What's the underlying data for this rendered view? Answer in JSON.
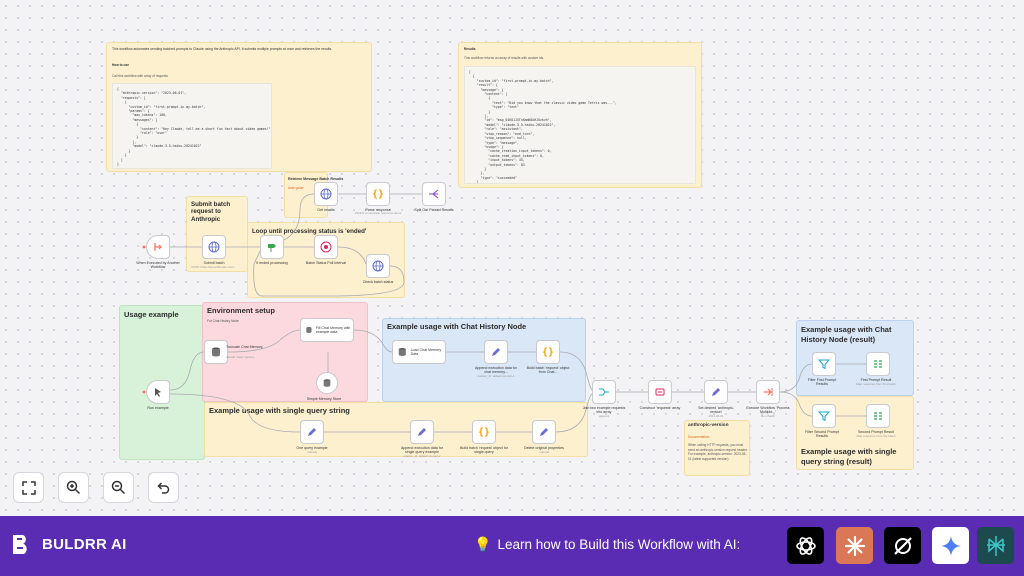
{
  "notes": {
    "intro": {
      "text": "This workflow automates sending batched prompts to Claude using the Anthropic API. It submits multiple prompts at once and retrieves the results.",
      "how_title": "How to use",
      "how_text": "Call this workflow with array of requests",
      "code": "{\n  \"anthropic-version\": \"2023-06-01\",\n  \"requests\": [\n    {\n      \"custom_id\": \"first-prompt-in-my-batch\",\n      \"params\": {\n        \"max_tokens\": 100,\n        \"messages\": [\n          {\n            \"content\": \"Hey Claude, tell me a short fun fact about video games!\",\n            \"role\": \"user\"\n          }\n        ],\n        \"model\": \"claude-3-5-haiku-20241022\"\n      }\n    }\n  ]\n}"
    },
    "results": {
      "title": "Results",
      "text": "This workflow returns an array of results with custom ids.",
      "code": "[\n  {\n    \"custom_id\": \"first-prompt-in-my-batch\",\n    \"result\": {\n      \"message\": {\n        \"content\": [\n          {\n            \"text\": \"Did you know that the classic video game Tetris was...\",\n            \"type\": \"text\"\n          }\n        ],\n        \"id\": \"msg_01KU1JXTnXmmN4kHJUzkvh\",\n        \"model\": \"claude-3-5-haiku-20241022\",\n        \"role\": \"assistant\",\n        \"stop_reason\": \"end_turn\",\n        \"stop_sequence\": null,\n        \"type\": \"message\",\n        \"usage\": {\n          \"cache_creation_input_tokens\": 0,\n          \"cache_read_input_tokens\": 0,\n          \"input_tokens\": 45,\n          \"output_tokens\": 83\n        }\n      },\n      \"type\": \"succeeded\"\n    }\n  }\n]"
    },
    "retrieve": {
      "title": "Retrieve Message Batch Results",
      "text": "User guide"
    },
    "submit": {
      "title": "Submit batch request to Anthropic"
    },
    "loop": {
      "title": "Loop until processing status is 'ended'"
    },
    "usage": {
      "title": "Usage example"
    },
    "env": {
      "title": "Environment setup",
      "text": "For Chat History Node"
    },
    "chat": {
      "title": "Example usage with Chat History Node"
    },
    "single": {
      "title": "Example usage with single query string"
    },
    "chat_result": {
      "title": "Example usage with Chat History Node (result)"
    },
    "single_result": {
      "title": "Example usage with single query string (result)"
    },
    "version": {
      "title": "anthropic-version",
      "sub": "Documentation",
      "text": "When calling HTTP requests, you must send an anthropic-version request header. For example, anthropic-version: 2023-06-01 (latest supported version)"
    }
  },
  "nodes": {
    "trigger": {
      "label": "When Executed by Another Workflow"
    },
    "submit": {
      "label": "Submit batch",
      "sub": "POST https://api.anthropic.com/..."
    },
    "if_ended": {
      "label": "If ended processing"
    },
    "poll": {
      "label": "Batch Status Poll Interval"
    },
    "check": {
      "label": "Check batch status"
    },
    "get_results": {
      "label": "Get results"
    },
    "parse": {
      "label": "Parse response",
      "sub": "JSONL to separate response items"
    },
    "split": {
      "label": "Split Out Parsed Results"
    },
    "run_example": {
      "label": "Run example"
    },
    "truncate": {
      "label": "Truncate Chat Memory",
      "sub": "default: clear memory"
    },
    "fill_memory": {
      "label": "Fill Chat Memory with example data"
    },
    "simple_memory": {
      "label": "Simple Memory Store"
    },
    "load_memory": {
      "label": "Load Chat Memory Data"
    },
    "append_chat": {
      "label": "Append execution data for chat memory...",
      "sub": "custom_id: default prompt-1"
    },
    "build_chat": {
      "label": "Build batch 'request' object from Chat..."
    },
    "one_query": {
      "label": "One query example",
      "sub": "manual"
    },
    "append_single": {
      "label": "Append execution data for single query example",
      "sub": "custom_id: default prompt-2"
    },
    "build_single": {
      "label": "Build batch 'request' object for single query"
    },
    "delete_props": {
      "label": "Delete original properties",
      "sub": "manual"
    },
    "join": {
      "label": "Join two example requests into array",
      "sub": "append"
    },
    "construct": {
      "label": "Construct 'requests' array"
    },
    "set_version": {
      "label": "Set desired 'anthropic-version'",
      "sub": "2023-06-01"
    },
    "execute": {
      "label": "Execute Workflow 'Process Multiple...'",
      "sub": "Run Batch"
    },
    "filter_first": {
      "label": "Filter First Prompt Results"
    },
    "first_result": {
      "label": "First Prompt Result",
      "sub": "Map response from first batch"
    },
    "filter_second": {
      "label": "Filter Second Prompt Results"
    },
    "second_result": {
      "label": "Second Prompt Result",
      "sub": "Map response from the batch"
    }
  },
  "controls": {
    "fit": "fit-view-icon",
    "zoom_in": "zoom-in-icon",
    "zoom_out": "zoom-out-icon",
    "undo": "undo-icon"
  },
  "footer": {
    "brand": "BULDRR AI",
    "promo": "Learn how to Build this Workflow with AI:",
    "bulb": "💡"
  },
  "colors": {
    "footer": "#5a2bb3",
    "sticky_yellow": "#fdf0cf",
    "sticky_green": "#d7f2d9",
    "sticky_pink": "#fbd9de",
    "sticky_blue": "#d9e7f6"
  }
}
